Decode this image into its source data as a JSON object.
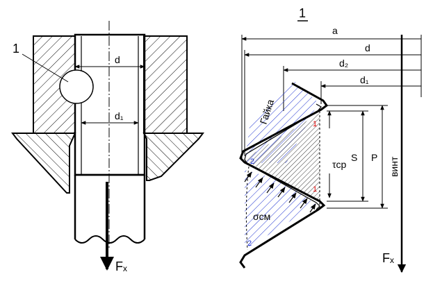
{
  "left_view": {
    "label_1": "1",
    "label_d": "d",
    "label_d1": "d₁",
    "label_force": "Fₓ"
  },
  "right_view": {
    "title": "1",
    "label_a": "a",
    "label_d": "d",
    "label_d2": "d₂",
    "label_d1": "d₁",
    "label_nut": "Гайка",
    "label_screw": "винт",
    "label_tau": "τср",
    "label_s": "S",
    "label_p": "P",
    "label_sigma": "σсм",
    "label_force": "Fₓ",
    "marker_red_1": "1",
    "marker_red_2": "1",
    "marker_blue_1": "2",
    "marker_blue_2": "2"
  },
  "colors": {
    "nut_hatch": "#1a2fd0",
    "marker_red": "#e00000",
    "line": "#000000"
  }
}
